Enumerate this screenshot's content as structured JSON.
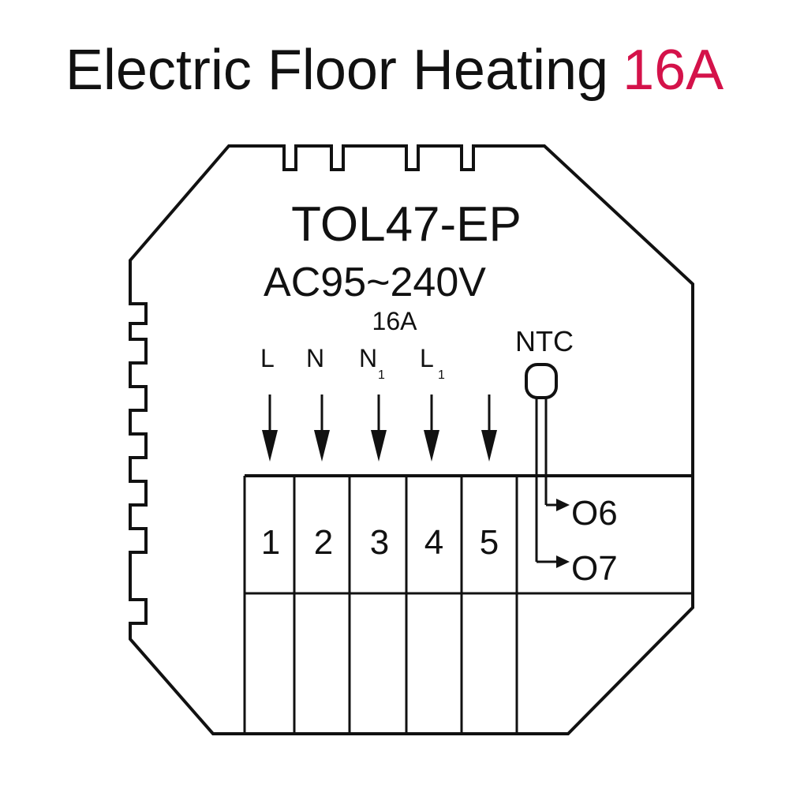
{
  "title": {
    "main": "Electric Floor Heating",
    "accent": "16A",
    "accent_color": "#d4124a"
  },
  "device": {
    "model": "TOL47-EP",
    "voltage": "AC95~240V",
    "current": "16A",
    "sensor": "NTC"
  },
  "terminals": [
    {
      "label": "L",
      "sub": "",
      "number": "1"
    },
    {
      "label": "N",
      "sub": "",
      "number": "2"
    },
    {
      "label": "N",
      "sub": "1",
      "number": "3"
    },
    {
      "label": "L",
      "sub": "1",
      "number": "4"
    },
    {
      "label": "",
      "sub": "",
      "number": "5"
    }
  ],
  "ntc_terminals": [
    "O6",
    "O7"
  ]
}
